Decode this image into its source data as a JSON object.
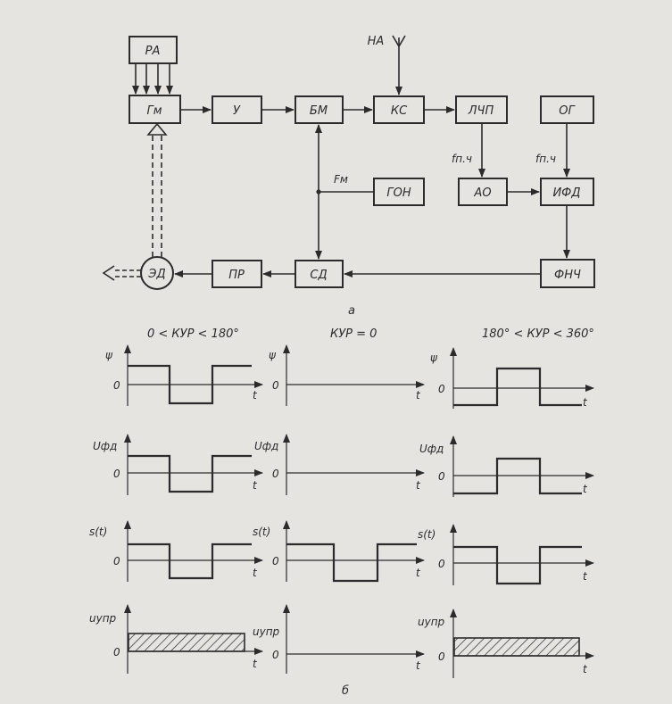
{
  "diagram": {
    "blocks": {
      "ra": "РА",
      "gm": "Гм",
      "u": "У",
      "bm": "БМ",
      "ks": "КС",
      "lchp": "ЛЧП",
      "og": "ОГ",
      "gon": "ГОН",
      "ao": "АО",
      "ifd": "ИФД",
      "fnch": "ФНЧ",
      "sd": "СД",
      "pr": "ПР",
      "ed": "ЭД"
    },
    "labels": {
      "na": "НА",
      "fm": "Fм",
      "fpch1": "fп.ч",
      "fpch2": "fп.ч",
      "caption_a": "а",
      "caption_b": "б"
    }
  },
  "plots": {
    "headers": [
      "0 < КУР < 180°",
      "КУР = 0",
      "180° < КУР < 360°"
    ],
    "zero": "0",
    "t": "t",
    "signals": [
      "ψ",
      "Uфд",
      "s(t)",
      "uупр"
    ]
  }
}
